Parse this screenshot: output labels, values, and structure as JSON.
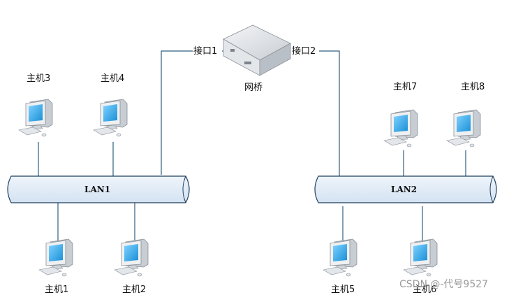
{
  "bridge": {
    "label": "网桥",
    "port1_label": "接口1",
    "port2_label": "接口2"
  },
  "lans": [
    {
      "id": "lan1",
      "label": "LAN1"
    },
    {
      "id": "lan2",
      "label": "LAN2"
    }
  ],
  "hosts": [
    {
      "id": "host3",
      "label": "主机3",
      "lan": "lan1"
    },
    {
      "id": "host4",
      "label": "主机4",
      "lan": "lan1"
    },
    {
      "id": "host1",
      "label": "主机1",
      "lan": "lan1"
    },
    {
      "id": "host2",
      "label": "主机2",
      "lan": "lan1"
    },
    {
      "id": "host7",
      "label": "主机7",
      "lan": "lan2"
    },
    {
      "id": "host8",
      "label": "主机8",
      "lan": "lan2"
    },
    {
      "id": "host5",
      "label": "主机5",
      "lan": "lan2"
    },
    {
      "id": "host6",
      "label": "主机6",
      "lan": "lan2"
    }
  ],
  "watermark": "CSDN @-代号9527",
  "colors": {
    "line": "#2f5f7f",
    "bus_fill": "#dde9f5",
    "bus_stroke": "#1f3e5c",
    "screen": "#2aa7e8",
    "monitor_body": "#e9ecef"
  }
}
